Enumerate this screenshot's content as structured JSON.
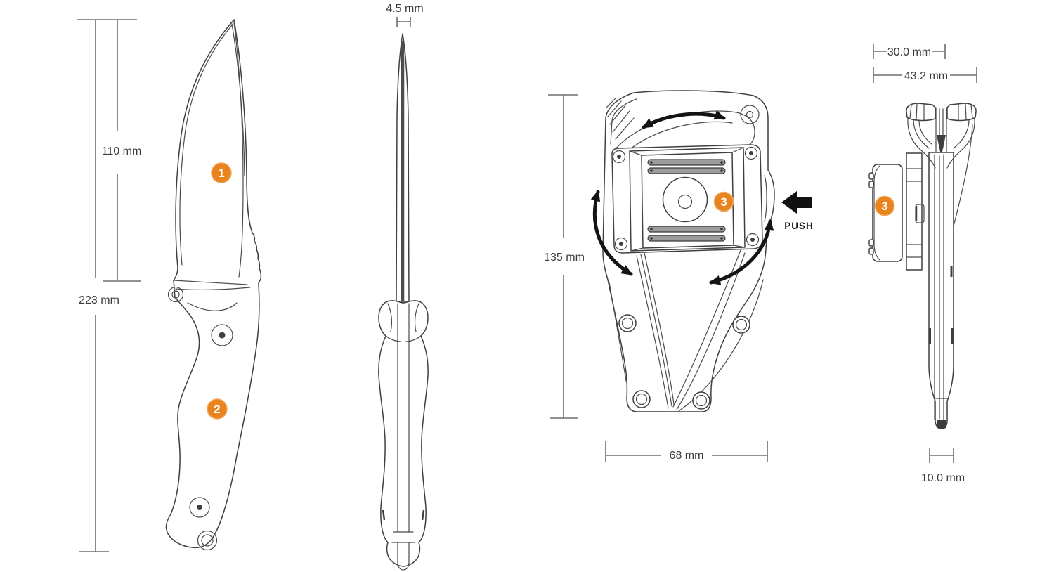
{
  "diagram": {
    "subject": "fixed-blade knife with sheath - technical dimension drawing",
    "views": [
      "knife-side-profile",
      "knife-edge-profile",
      "sheath-front",
      "sheath-side"
    ]
  },
  "palette": {
    "accent_orange": "#e8831e",
    "accent_orange_ring": "#f3a558",
    "line_dark": "#3f3f3f",
    "dimension_gray": "#6e6e6e",
    "arrow_black": "#141414",
    "rib_gray": "#9c9c9c"
  },
  "dimensions": {
    "blade_length": "110 mm",
    "overall_length": "223 mm",
    "blade_thickness": "4.5 mm",
    "sheath_length": "135 mm",
    "sheath_width": "68 mm",
    "clip_width": "30.0 mm",
    "sheath_overall_width": "43.2 mm",
    "sheath_tip_thickness": "10.0 mm"
  },
  "callouts": {
    "blade": "1",
    "handle": "2",
    "clip": "3"
  },
  "labels": {
    "push": "PUSH"
  }
}
